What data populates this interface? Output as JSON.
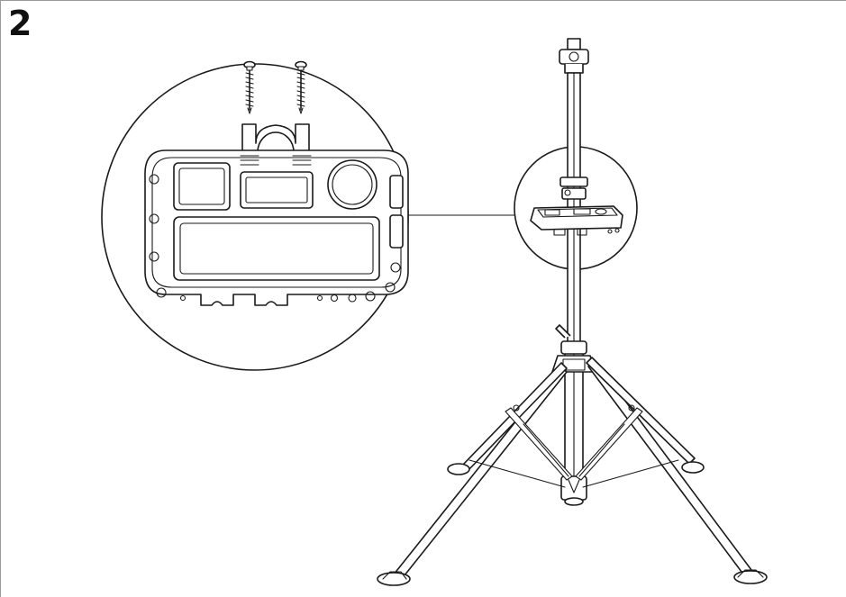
{
  "step": {
    "number": "2"
  },
  "illustration": {
    "subject": "tool-tray-mounting-on-tripod-stand",
    "parts": [
      "screw",
      "screw",
      "tool-tray",
      "pole-clamp",
      "tripod-stand",
      "detail-callout-circle"
    ],
    "colors": {
      "line": "#1a1a1a",
      "background": "#ffffff",
      "frame": "#9a9a9a"
    }
  }
}
